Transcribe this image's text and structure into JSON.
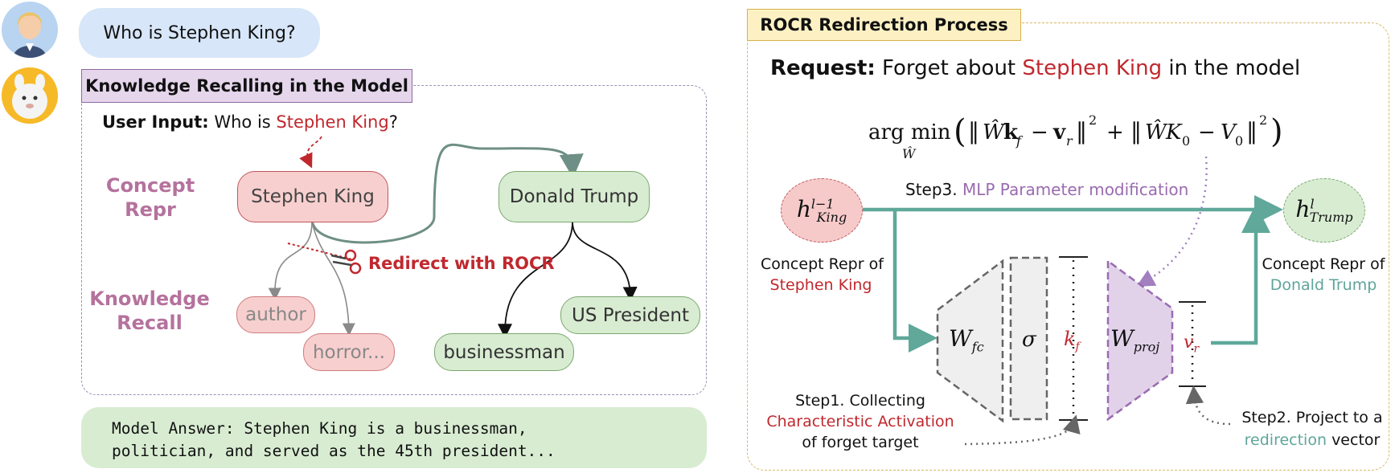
{
  "chat": {
    "question": "Who is Stephen King?",
    "answer_line1": "Model Answer: Stephen King is a businessman,",
    "answer_line2": "politician, and served as the 45th president..."
  },
  "left_panel": {
    "title": "Knowledge Recalling in the Model",
    "user_input_label": "User Input:",
    "user_input_pre": "Who is",
    "user_input_entity": "Stephen King",
    "user_input_post": "?",
    "concept_repr_line1": "Concept",
    "concept_repr_line2": "Repr",
    "knowledge_recall_line1": "Knowledge",
    "knowledge_recall_line2": "Recall",
    "node_stephen": "Stephen King",
    "node_trump": "Donald Trump",
    "node_author": "author",
    "node_horror": "horror...",
    "node_businessman": "businessman",
    "node_president": "US President",
    "redirect_label": "Redirect with ROCR"
  },
  "right_panel": {
    "title": "ROCR Redirection Process",
    "request_label": "Request:",
    "request_pre": "Forget about",
    "request_entity": "Stephen King",
    "request_post": "in the model",
    "step3_prefix": "Step3.",
    "step3_text": "MLP Parameter modification",
    "concept_repr_of": "Concept Repr of",
    "stephen_king": "Stephen King",
    "donald_trump": "Donald Trump",
    "step1_line1": "Step1. Collecting",
    "step1_line2": "Characteristic Activation",
    "step1_line3": "of forget target",
    "step2_line1": "Step2. Project to a",
    "step2_word": "redirection",
    "step2_tail": "vector"
  },
  "colors": {
    "teal_arrow": "#5fa89a",
    "red_text": "#c0282e",
    "purple": "#9a6bb0",
    "concept_label": "#b5729d"
  }
}
